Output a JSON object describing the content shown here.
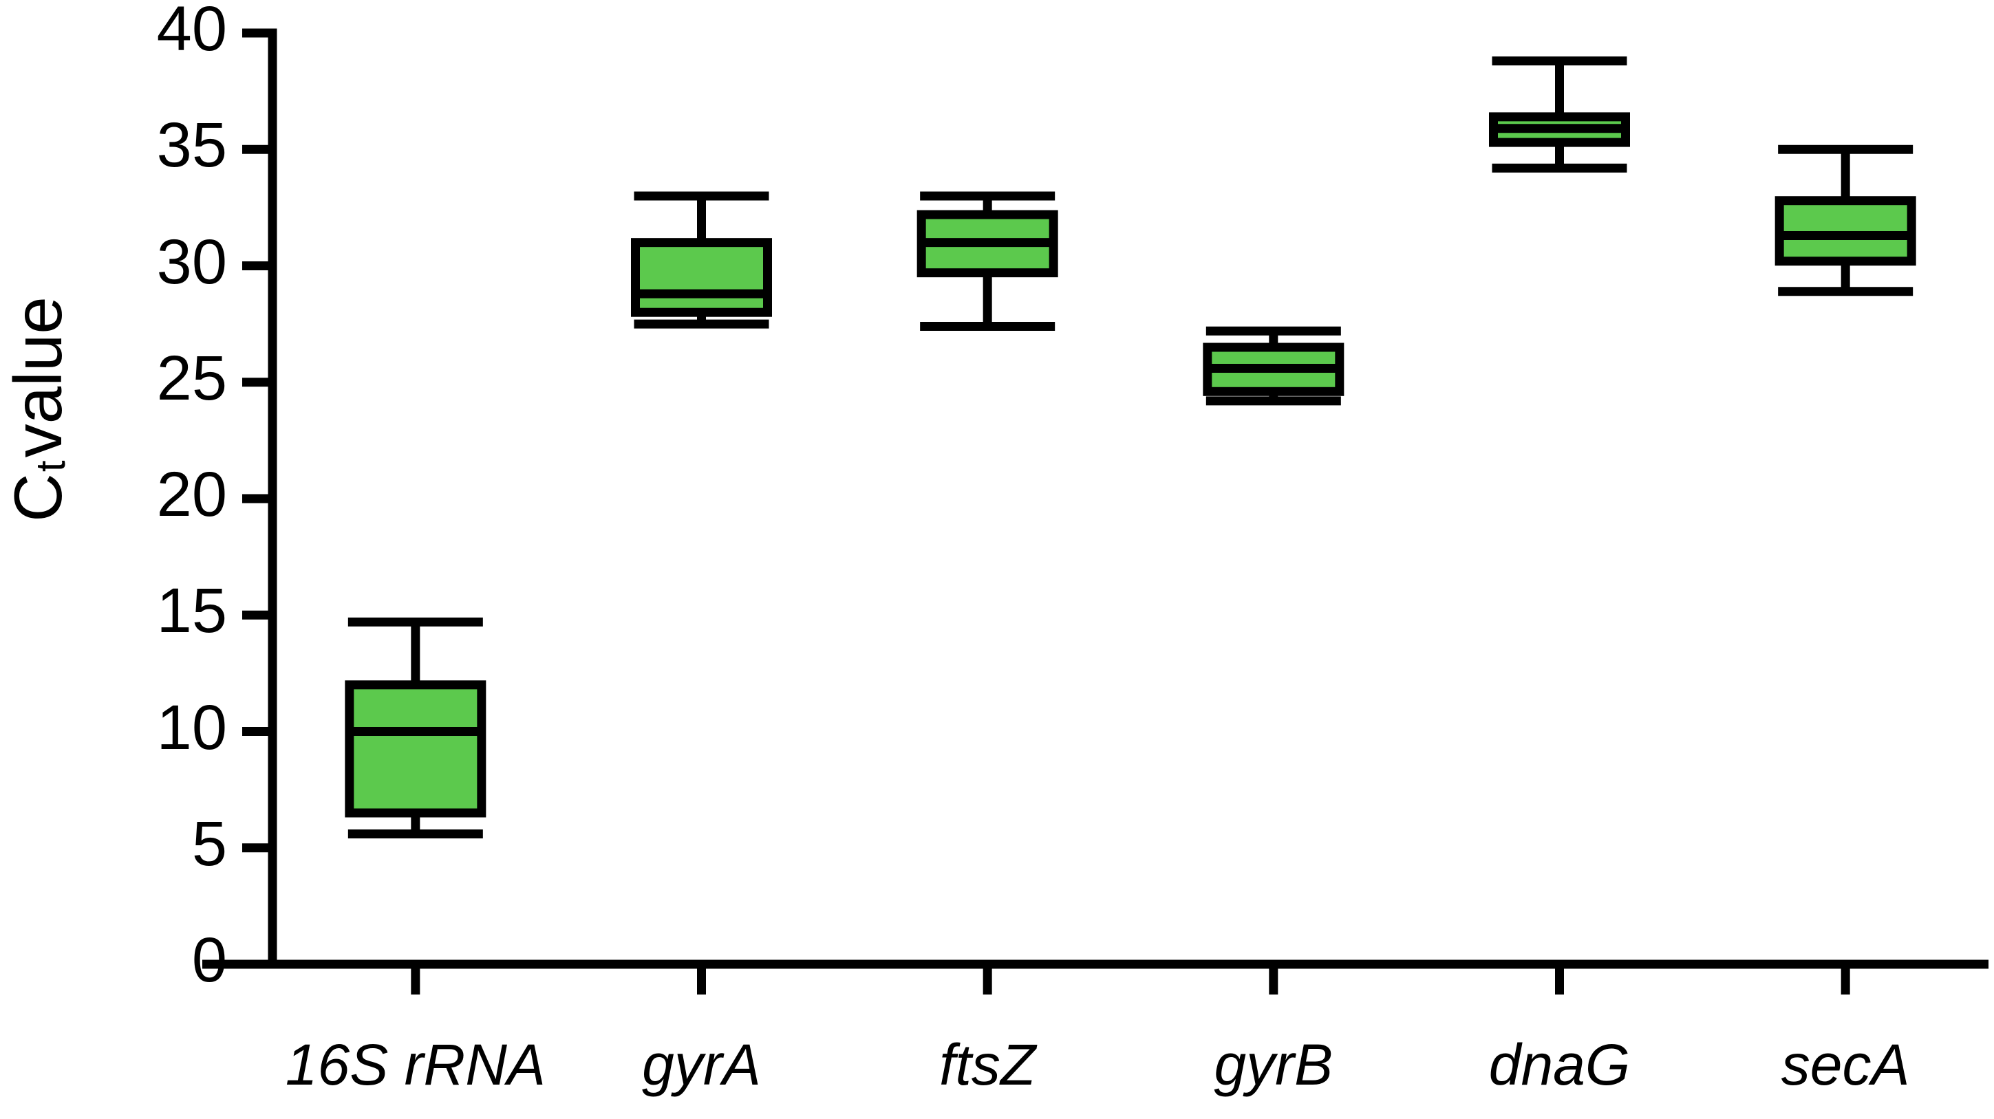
{
  "chart_data": {
    "type": "box",
    "title": "",
    "xlabel": "",
    "ylabel": "Ct value",
    "ylabel_base": "C",
    "ylabel_sub": "t",
    "ylabel_rest": "value",
    "ylim": [
      0,
      40
    ],
    "ytick_step": 5,
    "yticks": [
      40,
      35,
      30,
      25,
      20,
      15,
      10,
      5,
      0
    ],
    "ytick_labels": [
      "40",
      "35",
      "30",
      "25",
      "20",
      "15",
      "10",
      "5",
      "0"
    ],
    "grid": false,
    "legend": false,
    "legend_position": "none",
    "box_fill_color": "#5CC94D",
    "box_line_color": "#000000",
    "axis_color": "#000000",
    "background_color": "#FFFFFF",
    "categories": [
      "16S rRNA",
      "gyrA",
      "ftsZ",
      "gyrB",
      "dnaG",
      "secA"
    ],
    "boxes": [
      {
        "category": "16S rRNA",
        "whisker_low": 5.6,
        "q1": 6.5,
        "median": 10.0,
        "q3": 12.0,
        "whisker_high": 14.7
      },
      {
        "category": "gyrA",
        "whisker_low": 27.5,
        "q1": 28.0,
        "median": 28.8,
        "q3": 31.0,
        "whisker_high": 33.0
      },
      {
        "category": "ftsZ",
        "whisker_low": 27.4,
        "q1": 29.7,
        "median": 31.0,
        "q3": 32.2,
        "whisker_high": 33.0
      },
      {
        "category": "gyrB",
        "whisker_low": 24.2,
        "q1": 24.6,
        "median": 25.6,
        "q3": 26.5,
        "whisker_high": 27.2
      },
      {
        "category": "dnaG",
        "whisker_low": 34.2,
        "q1": 35.3,
        "median": 35.9,
        "q3": 36.4,
        "whisker_high": 38.8
      },
      {
        "category": "secA",
        "whisker_low": 28.9,
        "q1": 30.2,
        "median": 31.3,
        "q3": 32.8,
        "whisker_high": 35.0
      }
    ]
  }
}
